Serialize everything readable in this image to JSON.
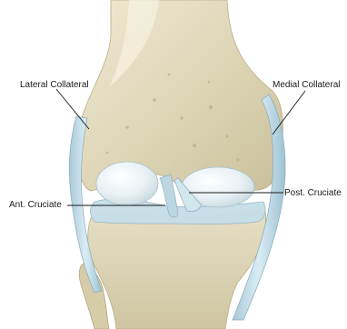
{
  "labels": {
    "lateral_collateral": "Lateral Collateral",
    "medial_collateral": "Medial Collateral",
    "anterior_cruciate": "Ant. Cruciate",
    "posterior_cruciate": "Post. Cruciate"
  }
}
